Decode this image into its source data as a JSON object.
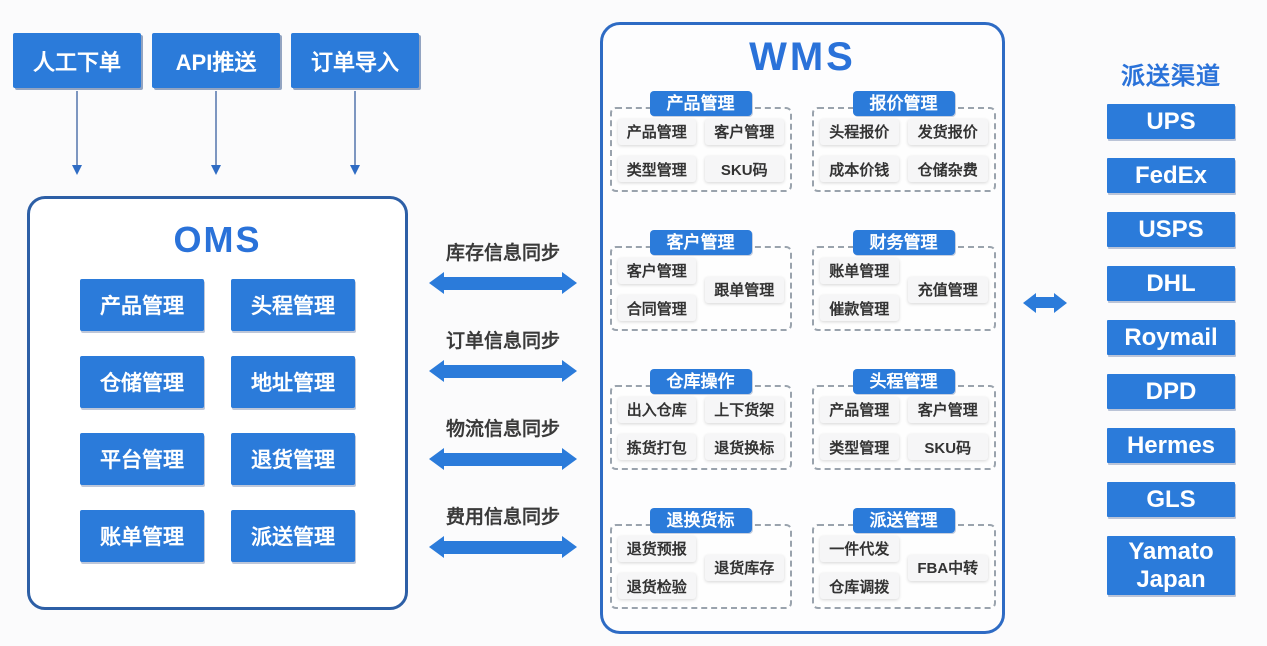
{
  "colors": {
    "primary": "#2b7bda",
    "panel_border_oms": "#2d5fa6",
    "panel_border_wms": "#2e6bc4",
    "title_blue": "#2a72d9",
    "item_bg": "#f6f6f7",
    "item_text": "#333333",
    "dashed_border": "#9aa3ad",
    "sync_label_text": "#3a3a3a"
  },
  "order_sources": [
    "人工下单",
    "API推送",
    "订单导入"
  ],
  "oms": {
    "title": "OMS",
    "modules": [
      "产品管理",
      "头程管理",
      "仓储管理",
      "地址管理",
      "平台管理",
      "退货管理",
      "账单管理",
      "派送管理"
    ]
  },
  "sync_links": [
    "库存信息同步",
    "订单信息同步",
    "物流信息同步",
    "费用信息同步"
  ],
  "wms": {
    "title": "WMS",
    "sections": [
      {
        "title": "产品管理",
        "layout": "grid4",
        "items": [
          "产品管理",
          "客户管理",
          "类型管理",
          "SKU码"
        ]
      },
      {
        "title": "报价管理",
        "layout": "grid4",
        "items": [
          "头程报价",
          "发货报价",
          "成本价钱",
          "仓储杂费"
        ]
      },
      {
        "title": "客户管理",
        "layout": "stagger3",
        "items": [
          "客户管理",
          "跟单管理",
          "合同管理"
        ]
      },
      {
        "title": "财务管理",
        "layout": "stagger3",
        "items": [
          "账单管理",
          "充值管理",
          "催款管理"
        ]
      },
      {
        "title": "仓库操作",
        "layout": "grid4",
        "items": [
          "出入仓库",
          "上下货架",
          "拣货打包",
          "退货换标"
        ]
      },
      {
        "title": "头程管理",
        "layout": "grid4",
        "items": [
          "产品管理",
          "客户管理",
          "类型管理",
          "SKU码"
        ]
      },
      {
        "title": "退换货标",
        "layout": "stagger3",
        "items": [
          "退货预报",
          "退货库存",
          "退货检验"
        ]
      },
      {
        "title": "派送管理",
        "layout": "stagger3",
        "items": [
          "一件代发",
          "FBA中转",
          "仓库调拨"
        ]
      }
    ]
  },
  "channels": {
    "title": "派送渠道",
    "items": [
      "UPS",
      "FedEx",
      "USPS",
      "DHL",
      "Roymail",
      "DPD",
      "Hermes",
      "GLS",
      "Yamato Japan"
    ]
  }
}
